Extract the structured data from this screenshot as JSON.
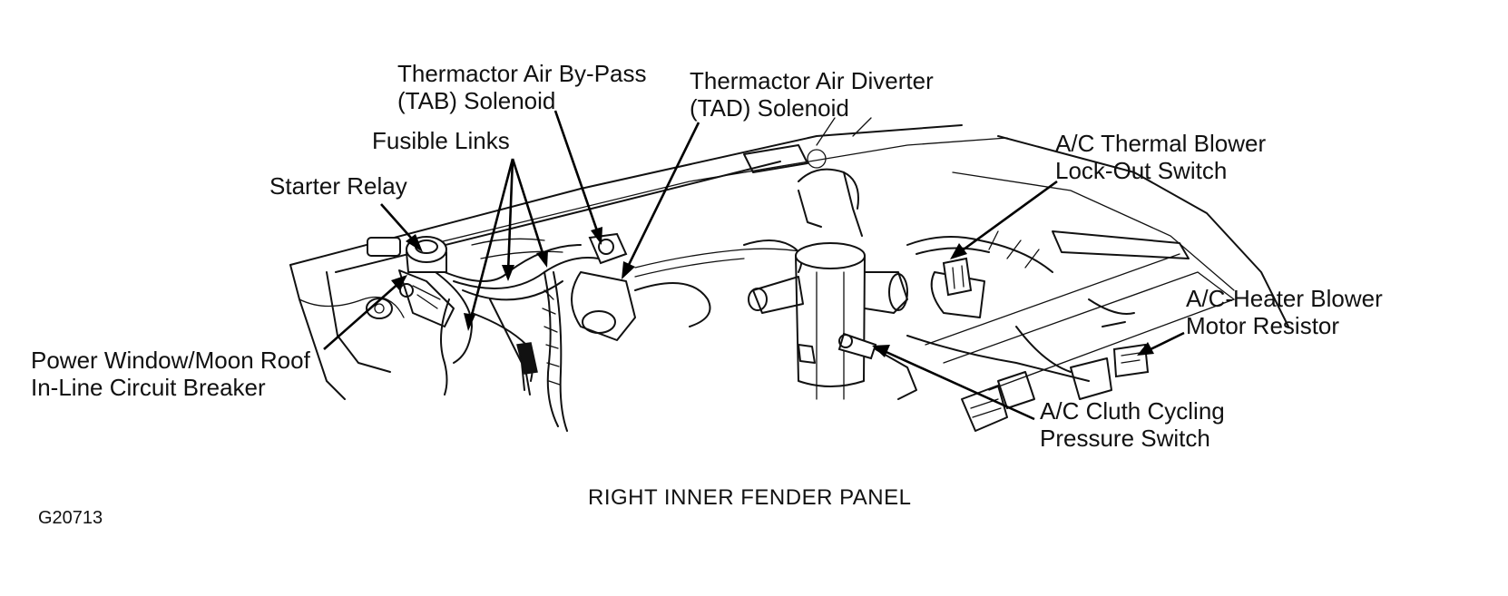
{
  "labels": {
    "thermactor_bypass": [
      "Thermactor Air By-Pass",
      "(TAB) Solenoid"
    ],
    "thermactor_diverter": [
      "Thermactor Air Diverter",
      "(TAD) Solenoid"
    ],
    "fusible_links": "Fusible Links",
    "starter_relay": "Starter Relay",
    "ac_thermal_switch": [
      "A/C Thermal Blower",
      "Lock-Out Switch"
    ],
    "blower_resistor": [
      "A/C-Heater Blower",
      "Motor Resistor"
    ],
    "power_window_breaker": [
      "Power Window/Moon Roof",
      "In-Line Circuit Breaker"
    ],
    "clutch_cycling_switch": [
      "A/C Cluth Cycling",
      "Pressure Switch"
    ]
  },
  "caption": "RIGHT INNER FENDER PANEL",
  "figure_id": "G20713"
}
